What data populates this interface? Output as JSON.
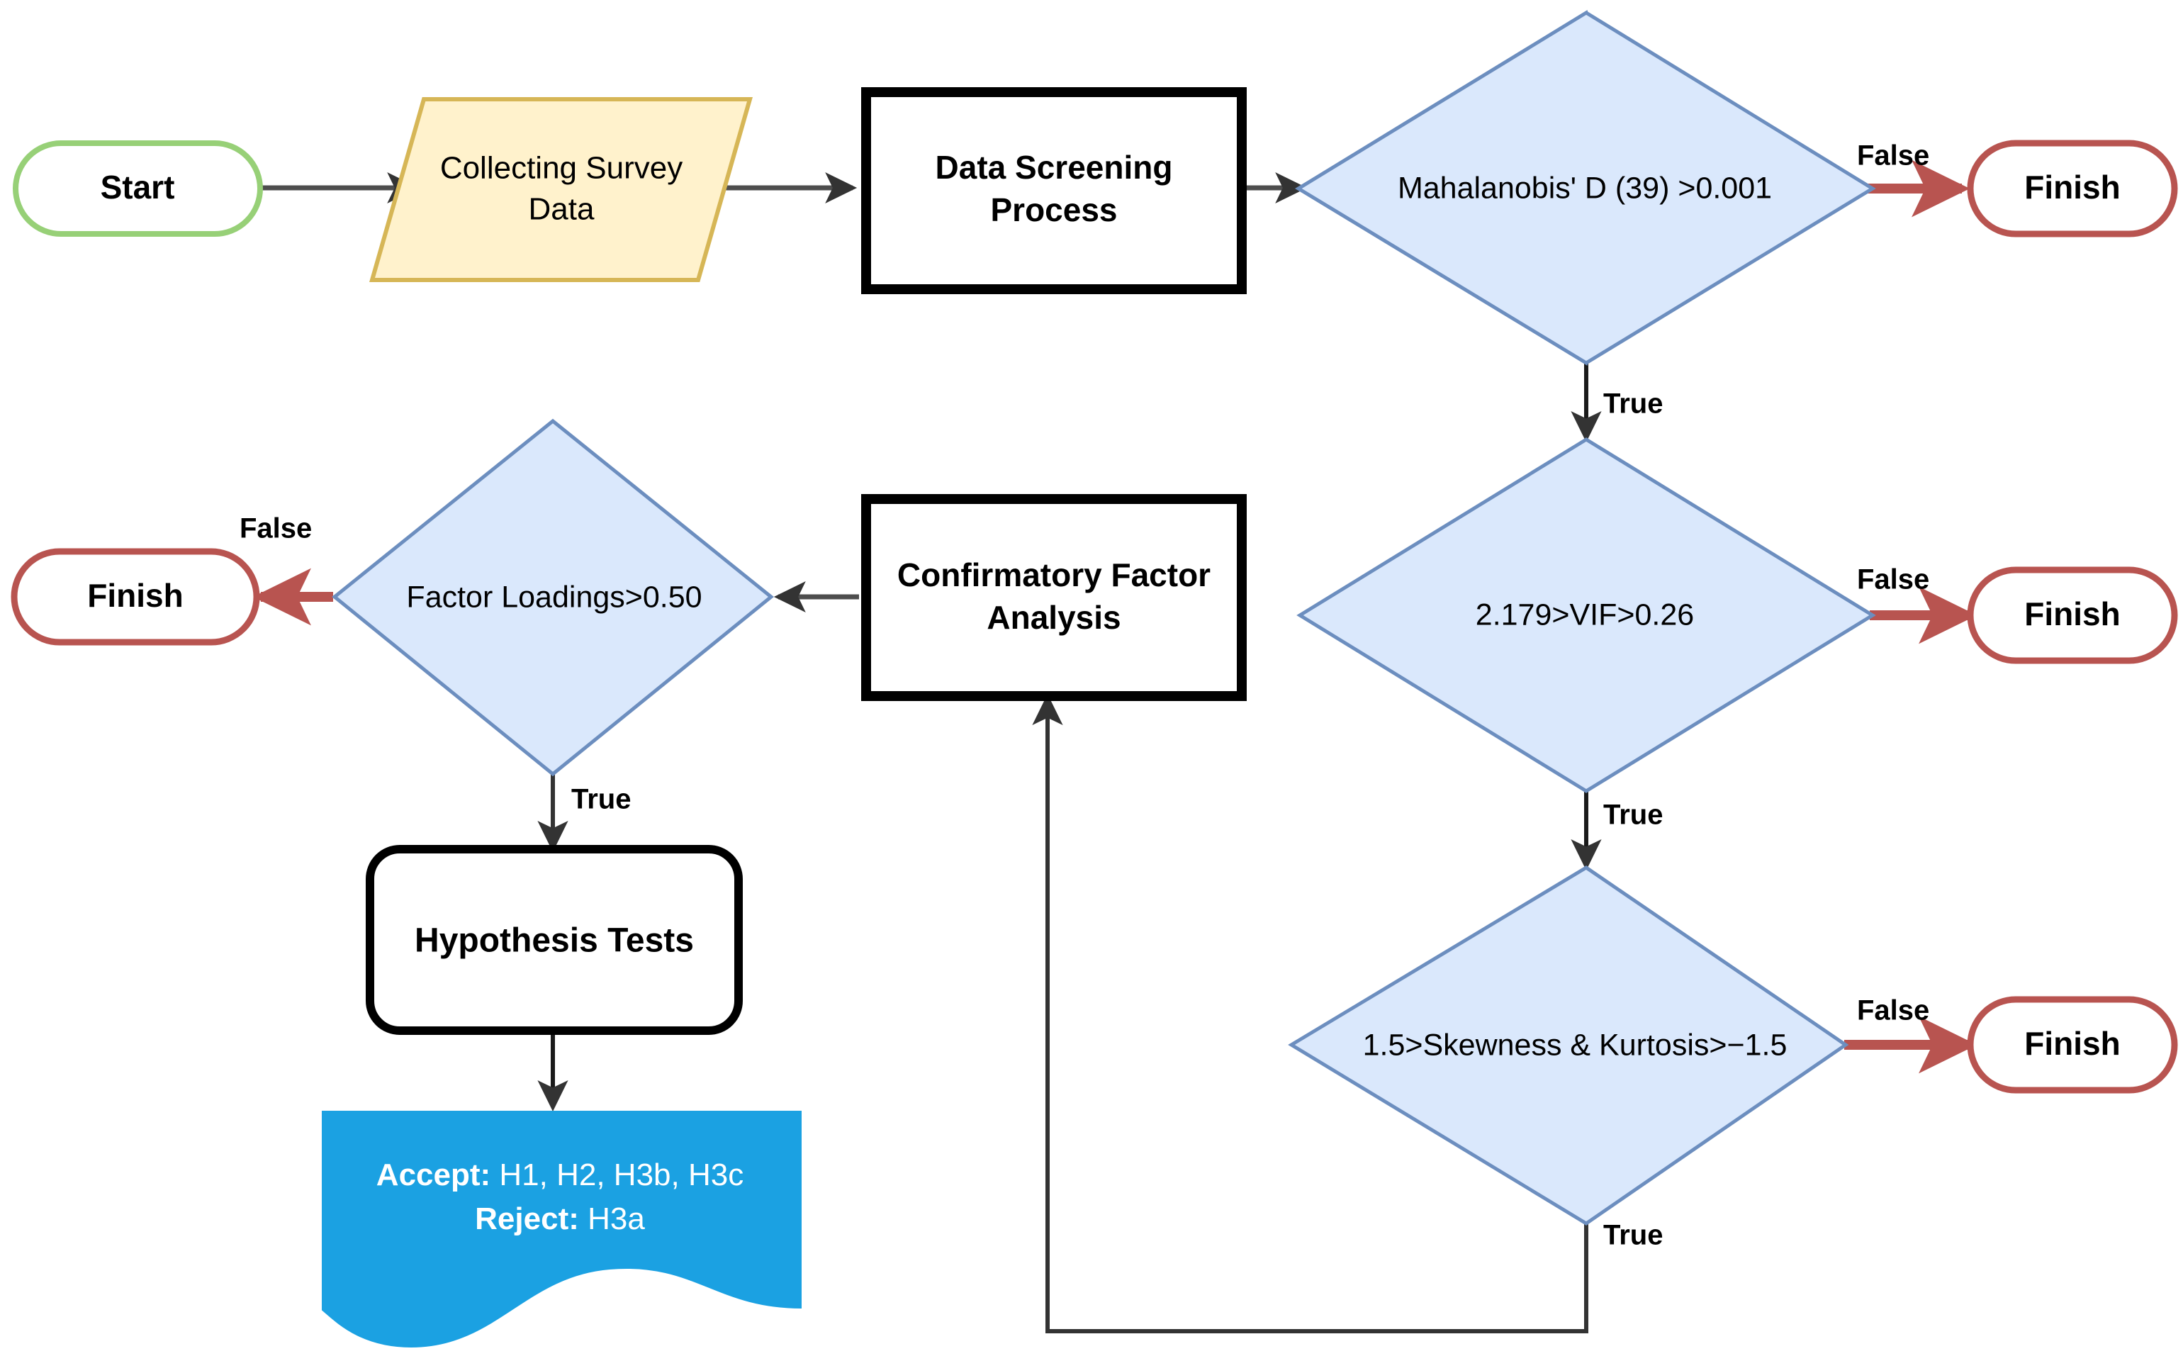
{
  "diagram": {
    "title": "Research Methodology Flowchart",
    "background_color": "#ffffff",
    "palette": {
      "start_border": "#97d077",
      "start_fill": "#ffffff",
      "finish_border": "#b85450",
      "finish_fill": "#ffffff",
      "process_border": "#000000",
      "process_fill": "#ffffff",
      "decision_border": "#6c8ebf",
      "decision_fill": "#dae8fc",
      "data_border": "#d6b656",
      "data_fill": "#fff2cc",
      "document_fill": "#1ba1e2",
      "document_border": "#006eaf",
      "edge_default": "#4d4d4d",
      "edge_false": "#b85450",
      "text_default": "#000000",
      "text_document": "#ffffff"
    }
  },
  "nodes": {
    "start": {
      "label": "Start",
      "shape": "terminator"
    },
    "collecting_survey_data": {
      "label": "Collecting Survey\nData",
      "line1": "Collecting Survey",
      "line2": "Data",
      "shape": "data-parallelogram"
    },
    "data_screening_process": {
      "label": "Data Screening Process",
      "line1": "Data Screening",
      "line2": "Process",
      "shape": "process"
    },
    "mahalanobis": {
      "label": "Mahalanobis' D (39) >0.001",
      "shape": "decision"
    },
    "vif": {
      "label": "2.179>VIF>0.26",
      "shape": "decision"
    },
    "skewness_kurtosis": {
      "label": "1.5>Skewness & Kurtosis>−1.5",
      "shape": "decision"
    },
    "confirmatory_factor_analysis": {
      "label": "Confirmatory Factor Analysis",
      "line1": "Confirmatory Factor",
      "line2": "Analysis",
      "shape": "process"
    },
    "factor_loadings": {
      "label": "Factor Loadings>0.50",
      "shape": "decision"
    },
    "hypothesis_tests": {
      "label": "Hypothesis Tests",
      "shape": "process-rounded"
    },
    "results_document": {
      "shape": "document",
      "line1_label": "Accept:",
      "line1_value": " H1, H2, H3b, H3c",
      "line2_label": "Reject:",
      "line2_value": " H3a"
    },
    "finish_mahalanobis": {
      "label": "Finish",
      "shape": "terminator"
    },
    "finish_vif": {
      "label": "Finish",
      "shape": "terminator"
    },
    "finish_skewness": {
      "label": "Finish",
      "shape": "terminator"
    },
    "finish_factor_loadings": {
      "label": "Finish",
      "shape": "terminator"
    }
  },
  "edge_labels": {
    "mahalanobis_false": "False",
    "mahalanobis_true": "True",
    "vif_false": "False",
    "vif_true": "True",
    "skewness_false": "False",
    "skewness_true": "True",
    "factor_loadings_false": "False",
    "factor_loadings_true": "True"
  }
}
